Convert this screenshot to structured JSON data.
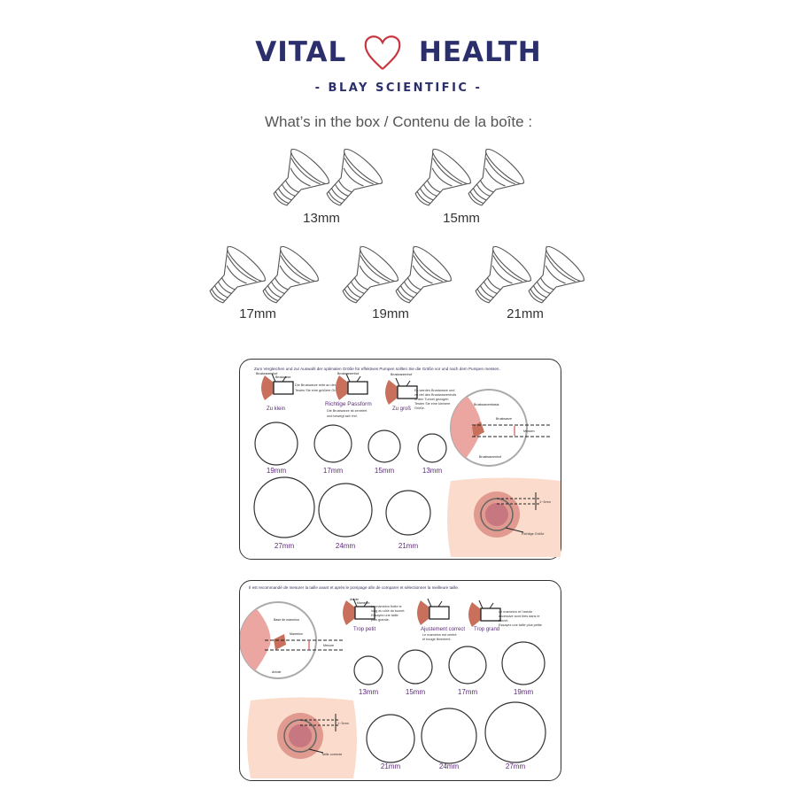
{
  "brand": {
    "left": "VITAL",
    "right": "HEALTH",
    "heart_color": "#c8363f",
    "text_color": "#2b2f6b"
  },
  "subtitle": "- BLAY SCIENTIFIC -",
  "title": "What’s in the box / Contenu de la boîte :",
  "flange_sizes": [
    "13mm",
    "15mm",
    "17mm",
    "19mm",
    "21mm"
  ],
  "card_de": {
    "intro": "Zum Vergleichen und zur Auswahl der optimalen Größe für effektives Pumpen sollten Sie die Größe vor und nach dem Pumpen messen.",
    "label_areola": "Brustwarzenhof",
    "label_nipple": "Brustwarze",
    "small_title": "Zu klein",
    "small_note": [
      "Die Brustwarze reibt an der Seite des Tunnels.",
      "Testen Sie eine größere Größe."
    ],
    "right_title": "Richtige Passform",
    "right_note": [
      "Die Brustwarze ist zentriert",
      "und bewegt sich frei."
    ],
    "big_title": "Zu groß",
    "big_note": [
      "Es werden Brustwarze und",
      "zu viel des Brustwarzenhofs",
      "in den Tunnel gezogen.",
      "Testen Sie eine kleinere",
      "Größe."
    ],
    "mag_base": "Brustwarzenbasis",
    "mag_nipple": "Brustwarze",
    "mag_measure": "Messen",
    "mag_areola": "Brustwarzenhof",
    "circles_row1": [
      "19mm",
      "17mm",
      "15mm",
      "13mm"
    ],
    "circles_row2": [
      "27mm",
      "24mm",
      "21mm"
    ],
    "gap": "1~3mm",
    "correct": "Richtige Größe"
  },
  "card_fr": {
    "intro": "Il est recommandé de mesurer la taille avant et après le pompage afin de comparer et sélectionner la meilleure taille.",
    "label_areola": "Aréole",
    "label_nipple": "Mamelon",
    "small_title": "Trop petit",
    "small_note": [
      "Le mamelon frotte le",
      "long du côté du tunnel.",
      "Essayez une taille",
      "plus grande."
    ],
    "right_title": "Ajustement correct",
    "right_note": [
      "Le mamelon est centré",
      "et bouge librement."
    ],
    "big_title": "Trop grand",
    "big_note": [
      "Le mamelon et l'aréole",
      "excessive sont tirés dans le",
      "tunnel.",
      "Essayez une taille plus petite"
    ],
    "mag_base": "Base de mamelon",
    "mag_nipple": "Mamelon",
    "mag_measure": "Mesure",
    "mag_areola": "Aréole",
    "circles_row1": [
      "13mm",
      "15mm",
      "17mm",
      "19mm"
    ],
    "circles_row2": [
      "21mm",
      "24mm",
      "27mm"
    ],
    "gap": "1~3mm",
    "correct": "Taille correcte"
  }
}
